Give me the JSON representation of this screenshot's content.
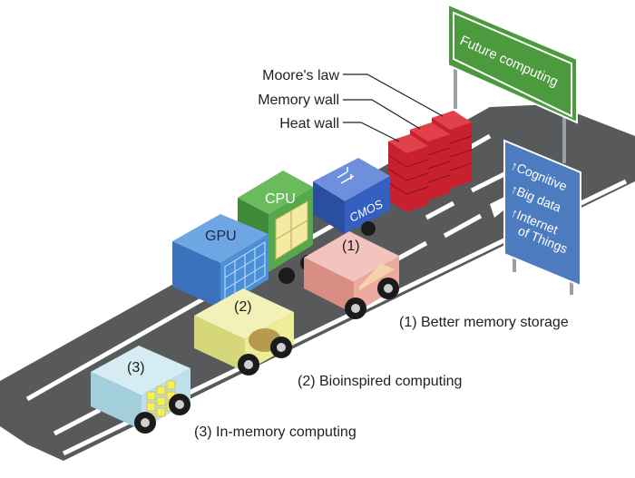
{
  "labels": {
    "moores_law": "Moore's law",
    "memory_wall": "Memory wall",
    "heat_wall": "Heat wall"
  },
  "blocks": {
    "gpu": "GPU",
    "cpu": "CPU",
    "cmos": "CMOS"
  },
  "cars": {
    "car1": "(1)",
    "car2": "(2)",
    "car3": "(3)"
  },
  "captions": {
    "better_memory": "(1) Better memory storage",
    "bioinspired": "(2) Bioinspired computing",
    "in_memory": "(3) In-memory computing"
  },
  "signs": {
    "future": "Future computing",
    "trends": [
      "↑Cognitive",
      "↑Big data",
      "↑Internet",
      "of Things"
    ]
  },
  "colors": {
    "road": "#58595b",
    "gpu": "#4d8fd6",
    "cpu": "#55a84c",
    "cmos": "#3560c0",
    "brick": "#c8202e",
    "sign_green": "#4c9a3e",
    "sign_blue": "#4d7bbf",
    "car1": "#eba9a0",
    "car2": "#eded98",
    "car3": "#bfe0ea"
  }
}
